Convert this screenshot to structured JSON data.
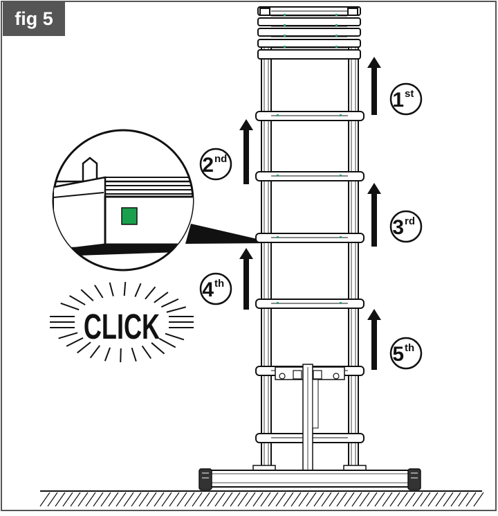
{
  "figure": {
    "label": "fig 5",
    "label_bg": "#555555",
    "frame_color": "#555555"
  },
  "callout": {
    "word": "CLICK",
    "marker_color": "#1aa04c"
  },
  "steps": [
    {
      "num": "1",
      "suffix": "st"
    },
    {
      "num": "2",
      "suffix": "nd"
    },
    {
      "num": "3",
      "suffix": "rd"
    },
    {
      "num": "4",
      "suffix": "th"
    },
    {
      "num": "5",
      "suffix": "th"
    }
  ],
  "accent_marks": "#2e9c7a",
  "ink": "#111111"
}
